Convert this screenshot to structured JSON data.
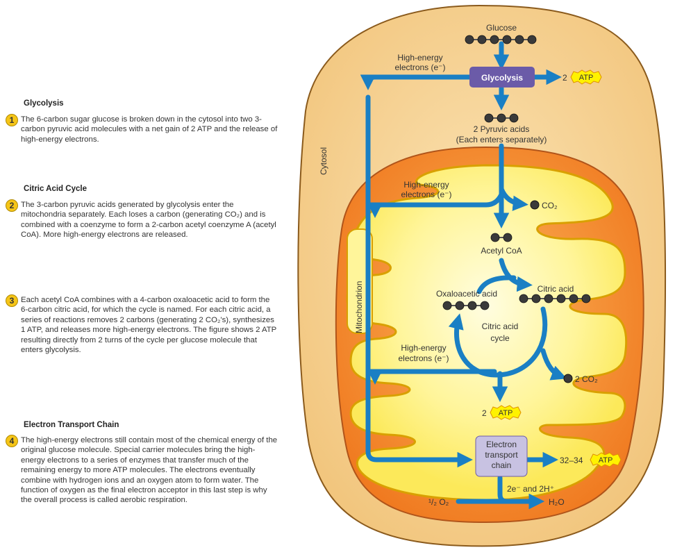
{
  "left_text": {
    "glycolysis": {
      "title": "Glycolysis",
      "step1": {
        "num": "1",
        "text": "The 6-carbon sugar glucose is broken down in the cytosol into two 3-carbon pyruvic acid molecules with a net gain of 2 ATP and the release of high-energy electrons."
      }
    },
    "citric": {
      "title": "Citric Acid Cycle",
      "step2": {
        "num": "2",
        "text": "The 3-carbon pyruvic acids generated by glycolysis enter the mitochondria separately. Each loses a carbon (generating CO₂) and is combined with a coenzyme to form a 2-carbon acetyl coenzyme A (acetyl CoA). More high-energy electrons are released."
      },
      "step3": {
        "num": "3",
        "text": "Each acetyl CoA combines with a 4-carbon oxaloacetic acid to form the 6-carbon citric acid, for which the cycle is named. For each citric acid, a series of reactions removes 2 carbons (generating 2 CO₂'s), synthesizes 1 ATP, and releases more high-energy electrons. The figure shows 2 ATP resulting directly from 2 turns of the cycle per glucose molecule that enters glycolysis."
      }
    },
    "etc": {
      "title": "Electron Transport Chain",
      "step4": {
        "num": "4",
        "text": "The high-energy electrons still contain most of the chemical energy of the original glucose molecule. Special carrier molecules bring the high-energy electrons to a series of enzymes that transfer much of the remaining energy to more ATP molecules. The electrons eventually combine with hydrogen ions and an oxygen atom to form water. The function of oxygen as the final electron acceptor in this last step is why the overall process is called aerobic respiration."
      }
    }
  },
  "diagram": {
    "glucose": "Glucose",
    "he1_a": "High-energy",
    "he1_b": "electrons (e⁻)",
    "glycolysis_box": "Glycolysis",
    "atp_two": "2",
    "atp": "ATP",
    "pyruvic_a": "2 Pyruvic acids",
    "pyruvic_b": "(Each enters separately)",
    "cytosol": "Cytosol",
    "he2_a": "High-energy",
    "he2_b": "electrons (e⁻)",
    "co2": "CO₂",
    "mitochondrion": "Mitochondrion",
    "acetyl": "Acetyl CoA",
    "oxalo": "Oxaloacetic acid",
    "citric": "Citric acid",
    "cycle_a": "Citric acid",
    "cycle_b": "cycle",
    "he3_a": "High-energy",
    "he3_b": "electrons (e⁻)",
    "co2_two": "2 CO₂",
    "atp_cycle_two": "2",
    "etc_a": "Electron",
    "etc_b": "transport",
    "etc_c": "chain",
    "atp_etc_num": "32–34",
    "electrons_h": "2e⁻ and 2H⁺",
    "o2": "¹/₂ O₂",
    "h2o": "H₂O"
  },
  "colors": {
    "arrow": "#1a7fc4",
    "glycolysis_box": "#6b5ba8",
    "atp_burst": "#fff200",
    "cell_fill": "#f7d9a0",
    "mito_fill": "#f58a2c",
    "matrix_fill": "#fff36a",
    "etc_box": "#c8c2e2",
    "molecule": "#3a3a3a",
    "step_circle": "#f5c518"
  }
}
